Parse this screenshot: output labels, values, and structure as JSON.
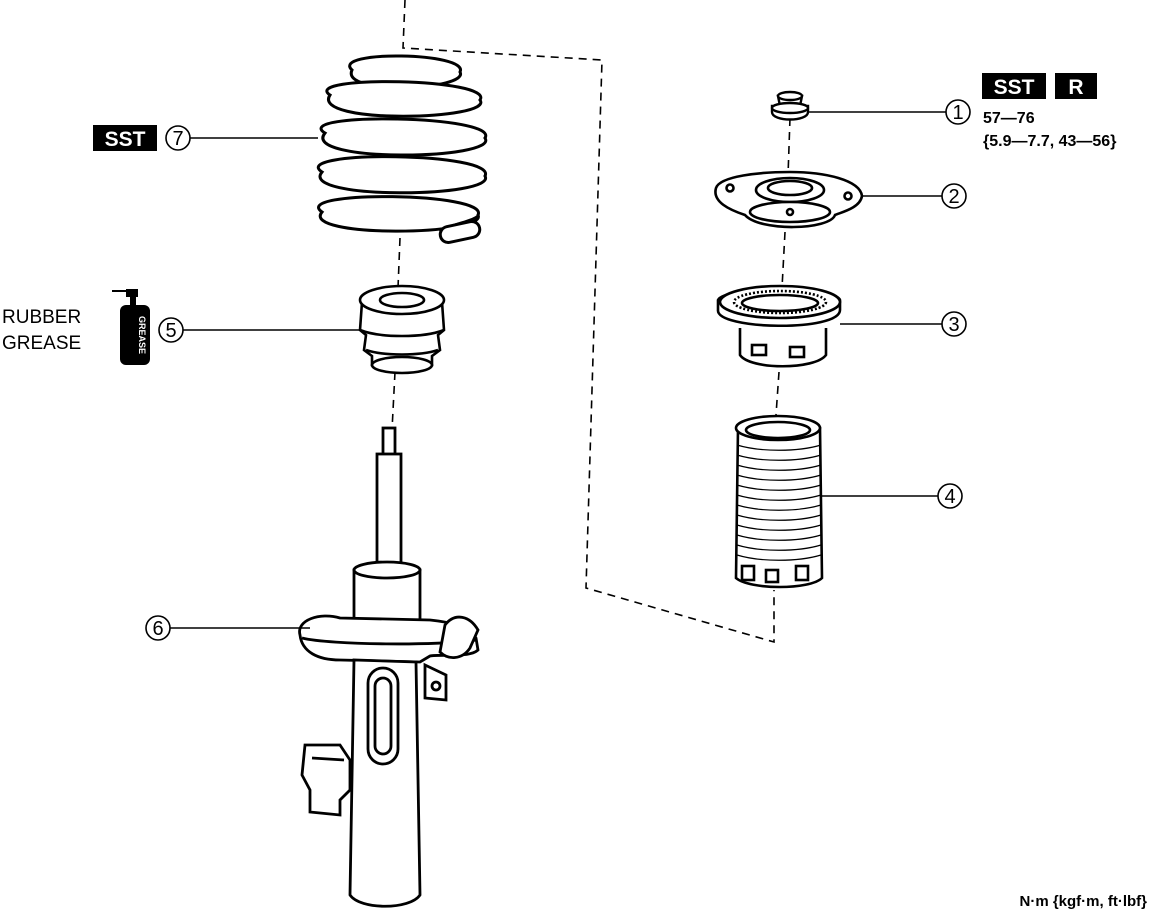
{
  "badges": {
    "sst": "SST",
    "replace": "R"
  },
  "callouts": {
    "c1": "1",
    "c2": "2",
    "c3": "3",
    "c4": "4",
    "c5": "5",
    "c6": "6",
    "c7": "7"
  },
  "torque": {
    "nm": "57—76",
    "alt": "{5.9—7.7, 43—56}"
  },
  "grease": {
    "line1": "RUBBER",
    "line2": "GREASE",
    "can_label": "GREASE"
  },
  "units": "N·m {kgf·m, ft·lbf}",
  "colors": {
    "line": "#000000",
    "badge_bg": "#000000",
    "badge_text": "#ffffff",
    "background": "#ffffff"
  }
}
